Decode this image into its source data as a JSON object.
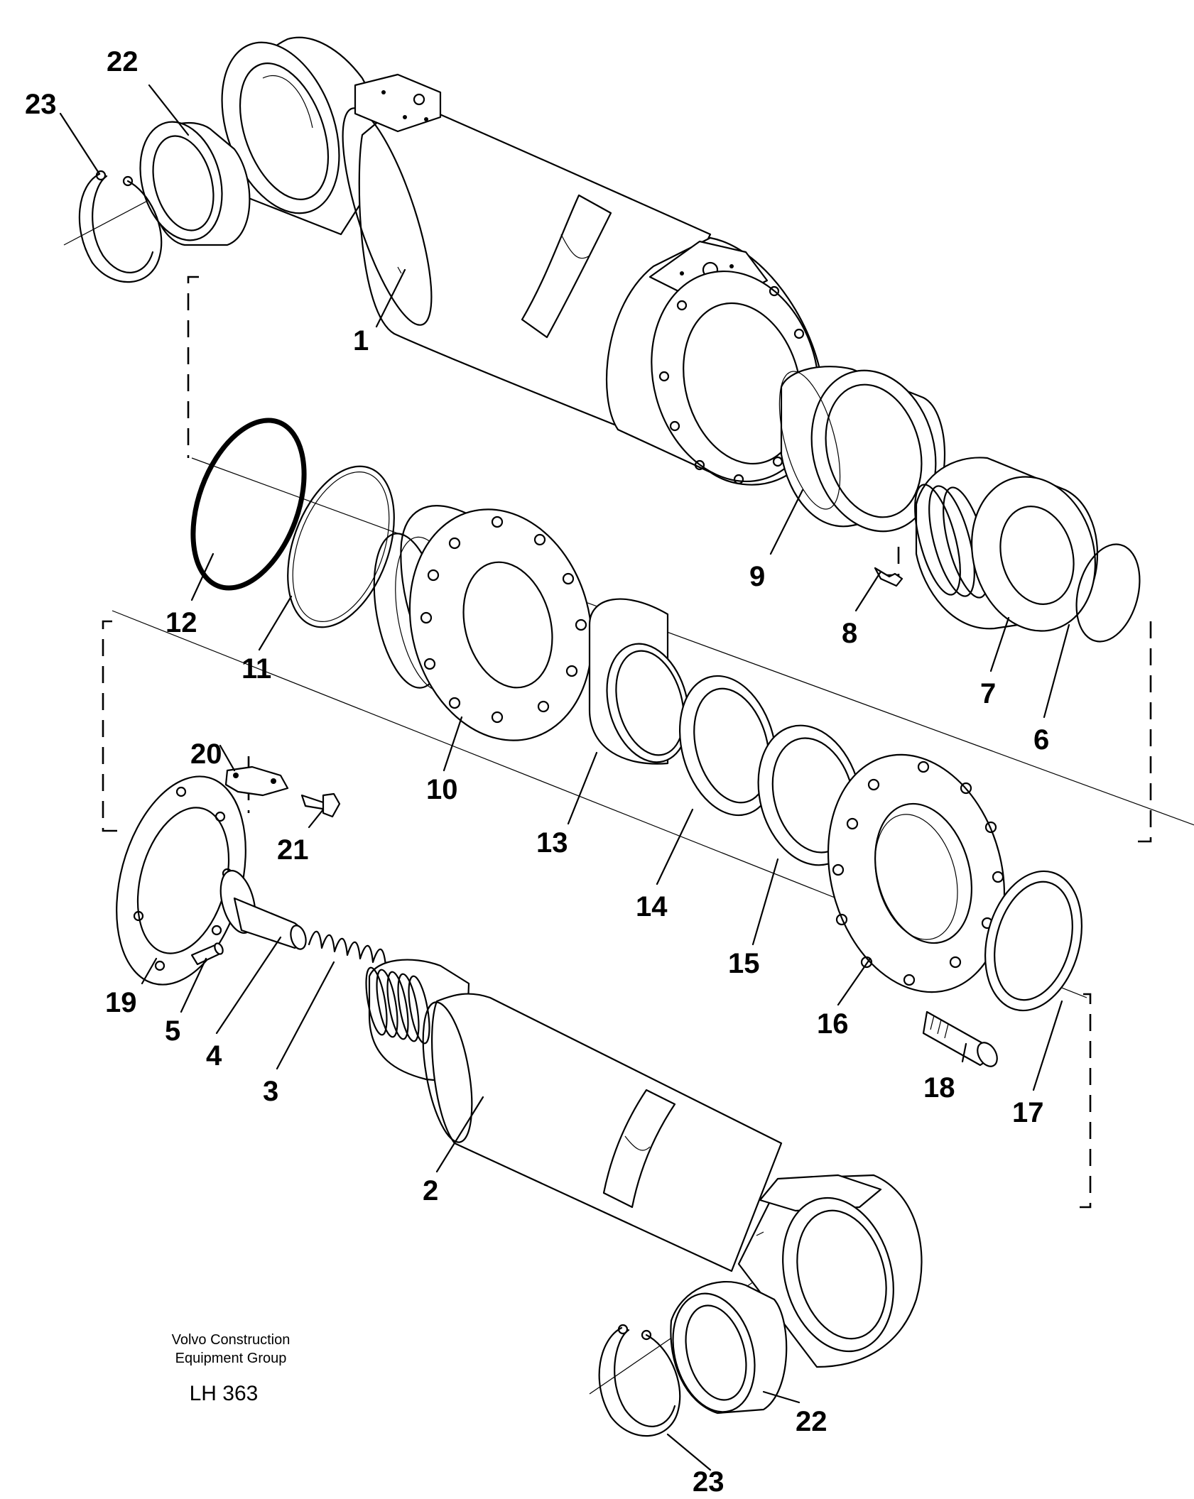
{
  "diagram": {
    "callouts": [
      {
        "id": "c1",
        "text": "1"
      },
      {
        "id": "c2",
        "text": "2"
      },
      {
        "id": "c3",
        "text": "3"
      },
      {
        "id": "c4",
        "text": "4"
      },
      {
        "id": "c5",
        "text": "5"
      },
      {
        "id": "c6",
        "text": "6"
      },
      {
        "id": "c7",
        "text": "7"
      },
      {
        "id": "c8",
        "text": "8"
      },
      {
        "id": "c9",
        "text": "9"
      },
      {
        "id": "c10",
        "text": "10"
      },
      {
        "id": "c11",
        "text": "11"
      },
      {
        "id": "c12",
        "text": "12"
      },
      {
        "id": "c13",
        "text": "13"
      },
      {
        "id": "c14",
        "text": "14"
      },
      {
        "id": "c15",
        "text": "15"
      },
      {
        "id": "c16",
        "text": "16"
      },
      {
        "id": "c17",
        "text": "17"
      },
      {
        "id": "c18",
        "text": "18"
      },
      {
        "id": "c19",
        "text": "19"
      },
      {
        "id": "c20",
        "text": "20"
      },
      {
        "id": "c21",
        "text": "21"
      },
      {
        "id": "c22a",
        "text": "22"
      },
      {
        "id": "c23a",
        "text": "23"
      },
      {
        "id": "c22b",
        "text": "22"
      },
      {
        "id": "c23b",
        "text": "23"
      }
    ]
  },
  "imprint": {
    "company_line1": "Volvo Construction",
    "company_line2": "Equipment Group",
    "code": "LH 363"
  }
}
